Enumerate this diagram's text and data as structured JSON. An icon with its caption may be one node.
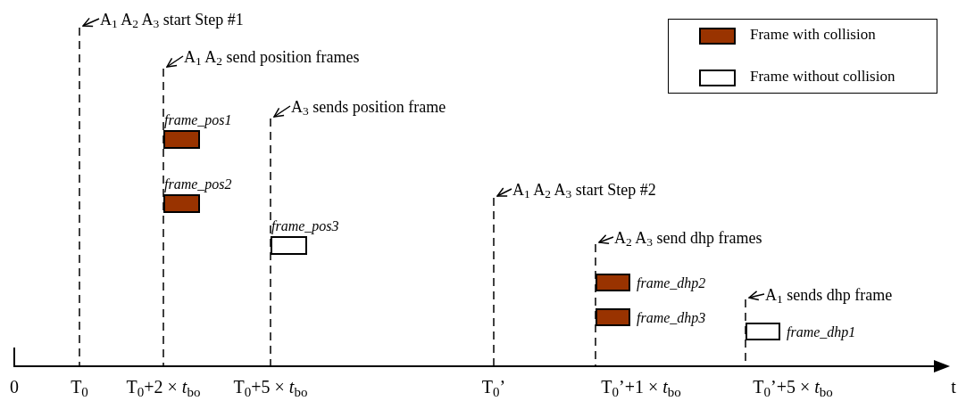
{
  "diagram": {
    "nodes": [
      {
        "text": [
          "A$_{1}$ A$_{2}$ A$_{3}$ start Step #1"
        ]
      },
      {
        "text": [
          "A$_{1}$ A$_{2}$ send position frames"
        ]
      },
      {
        "text": [
          "A$_{3}$ sends position frame"
        ]
      },
      {
        "text": [],
        "shape": "box",
        "beside": [
          "frame_pos1"
        ]
      },
      {
        "text": [],
        "shape": "box",
        "beside": [
          "frame_pos2"
        ]
      },
      {
        "text": [],
        "shape": "box",
        "beside": [
          "frame_pos3"
        ]
      },
      {
        "text": [
          "A$_{1}$ A$_{2}$ A$_{3}$ start Step #2"
        ]
      },
      {
        "text": [
          "A$_{2}$ A$_{3}$ send dhp frames"
        ]
      },
      {
        "text": [],
        "shape": "box",
        "beside": [
          "frame_dhp2"
        ]
      },
      {
        "text": [],
        "shape": "box",
        "beside": [
          "frame_dhp3"
        ]
      },
      {
        "text": [
          "A$_{1}$ sends dhp frame"
        ]
      },
      {
        "text": [],
        "shape": "box",
        "beside": [
          "frame_dhp1"
        ]
      }
    ],
    "edges": [
      {
        "from": 0,
        "to": null,
        "arrow": "to"
      },
      {
        "from": 1,
        "to": null,
        "arrow": "to"
      },
      {
        "from": 2,
        "to": null,
        "arrow": "to"
      },
      {
        "from": 6,
        "to": null,
        "arrow": "to"
      },
      {
        "from": 7,
        "to": null,
        "arrow": "to"
      },
      {
        "from": 10,
        "to": null,
        "arrow": "to"
      }
    ],
    "labels": [
      "0",
      "T$_{0}$",
      "T$_{0}$+2 × *t*$_{bo}$",
      "T$_{0}$+5 × *t*$_{bo}$",
      "T$_{0}$’",
      "T$_{0}$’+1 × *t*$_{bo}$",
      "T$_{0}$’+5 × *t*$_{bo}$",
      "t"
    ],
    "legend": [
      {
        "text": "Frame with collision",
        "color": "#993300"
      },
      {
        "text": "Frame without collision",
        "color": "#ffffff"
      }
    ]
  }
}
